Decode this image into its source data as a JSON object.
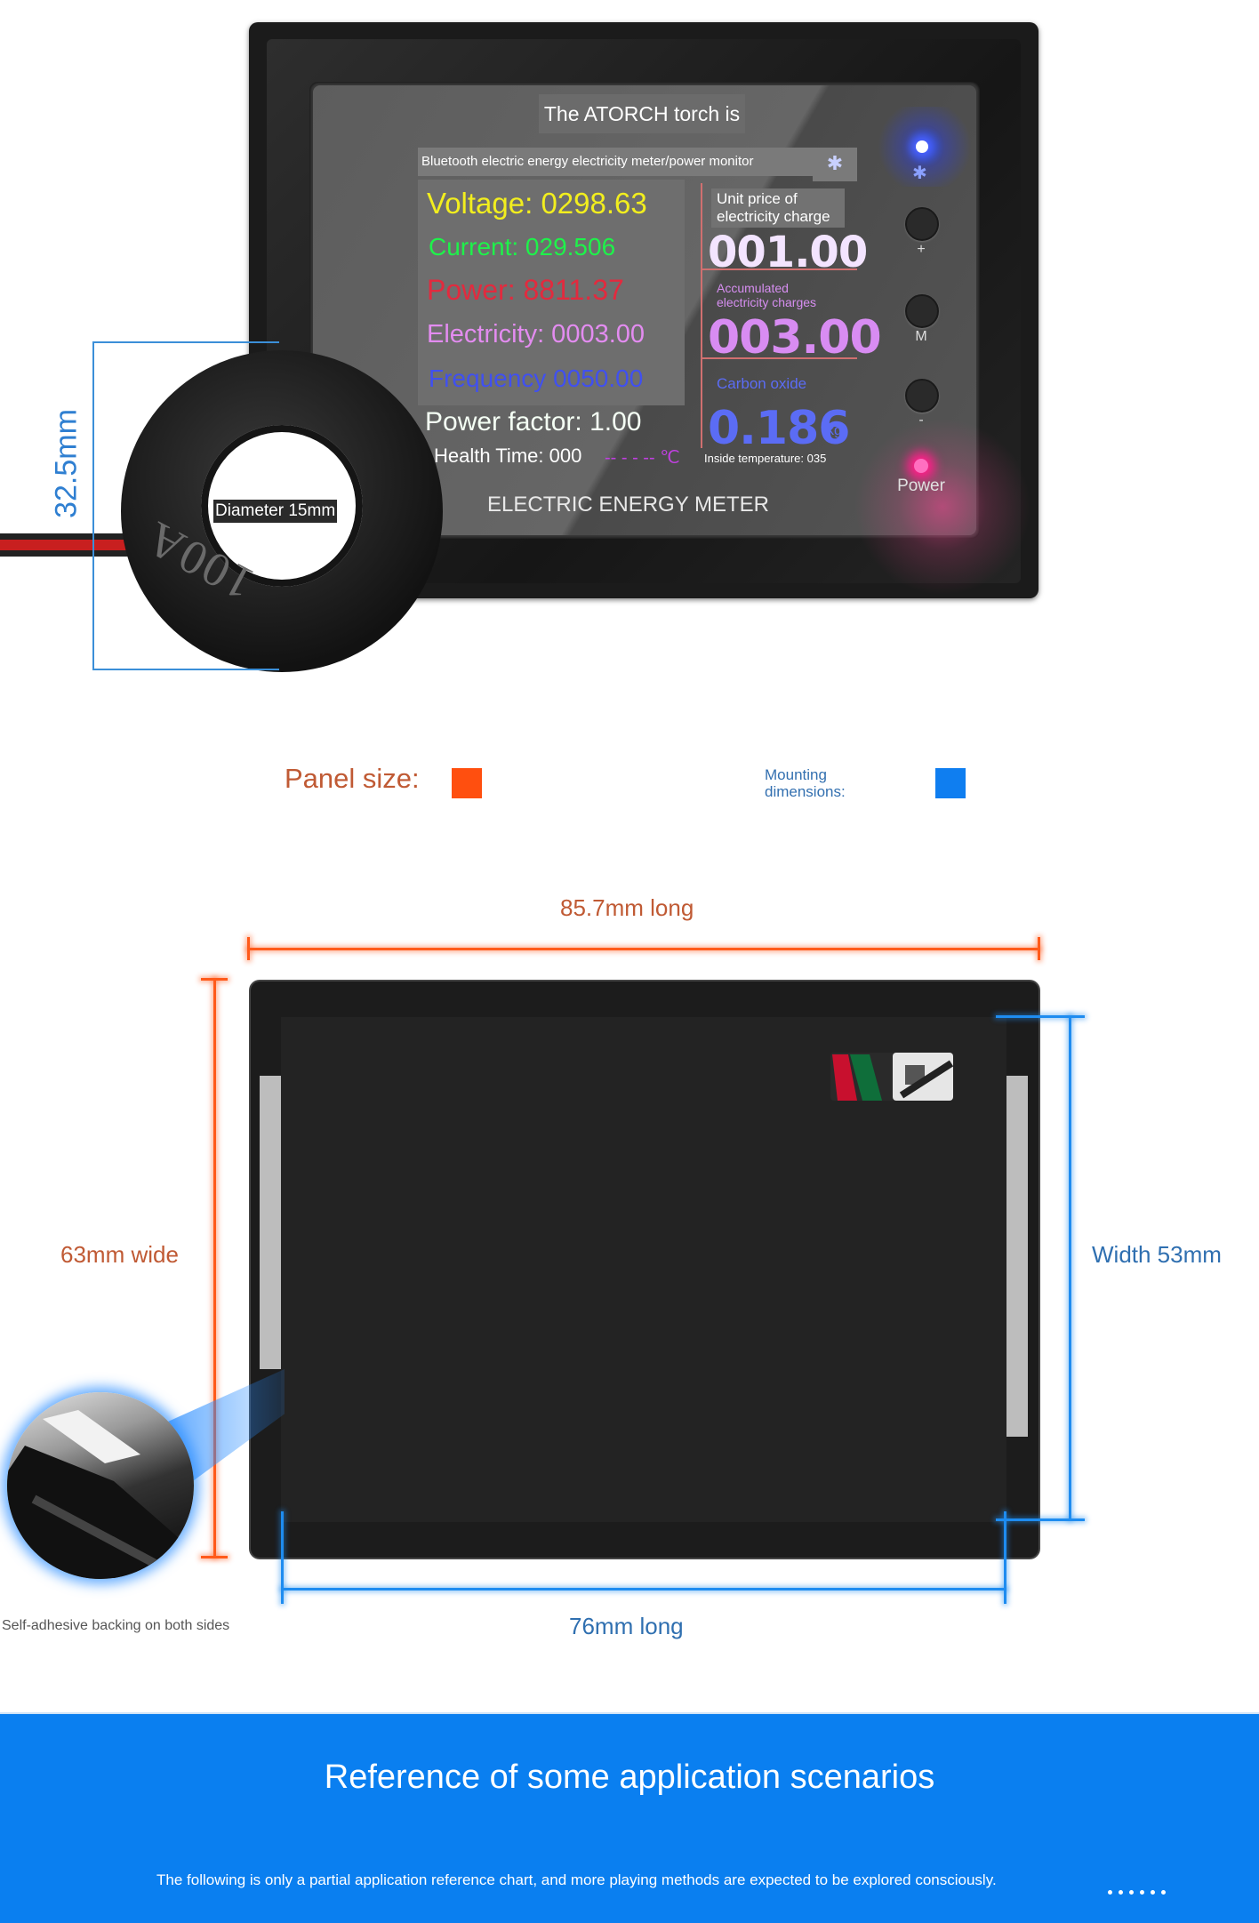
{
  "meter": {
    "title": "The ATORCH torch is",
    "subtitle": "Bluetooth electric energy electricity meter/power monitor",
    "readings": {
      "voltage": "Voltage: 0298.63",
      "current": "Current: 029.506",
      "power": "Power: 8811.37",
      "electricity": "Electricity: 0003.00",
      "frequency": "Frequency 0050.00",
      "power_factor": "Power factor: 1.00",
      "health_time": "Health Time: 000",
      "negative": "-- - - -- ℃"
    },
    "right_panel": {
      "unit_price_label": "Unit price of electricity charge",
      "unit_price_value": "001.00",
      "accumulated_label": "Accumulated electricity charges",
      "accumulated_value": "003.00",
      "carbon_label": "Carbon oxide",
      "carbon_value": "0.186",
      "carbon_unit": "kg",
      "temperature": "Inside temperature: 035"
    },
    "buttons": {
      "plus": "+",
      "mode": "M",
      "minus": "-",
      "power": "Power"
    },
    "product_label": "ELECTRIC ENERGY METER",
    "bluetooth_icon": "bluetooth-icon"
  },
  "ct": {
    "diameter": "Diameter 15mm",
    "rating": "100A",
    "height": "32.5mm"
  },
  "legend": {
    "panel_label": "Panel size:",
    "panel_color": "#ff4f0f",
    "mount_label": "Mounting dimensions:",
    "mount_color": "#0f7ef0"
  },
  "dimensions": {
    "panel_length": "85.7mm long",
    "panel_width": "63mm wide",
    "mount_width": "Width 53mm",
    "mount_length": "76mm long",
    "adhesive_caption": "Self-adhesive backing on both sides"
  },
  "banner": {
    "title": "Reference of some application scenarios",
    "subtitle": "The following is only a partial application reference chart, and more playing methods are expected to be explored consciously."
  }
}
